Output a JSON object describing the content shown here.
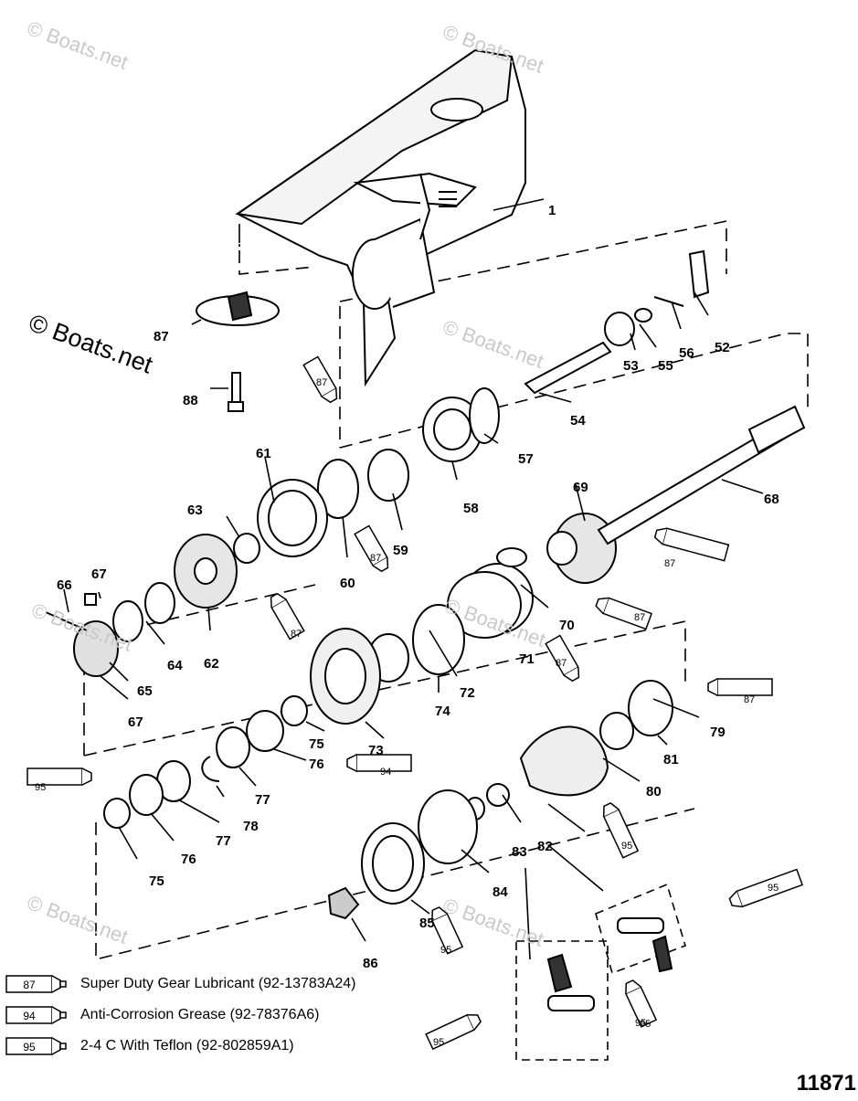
{
  "watermarks": [
    "© Boats.net",
    "© Boats.net",
    "© Boats.net",
    "© Boats.net",
    "© Boats.net",
    "© Boats.net",
    "© Boats.net",
    "© Boats.net"
  ],
  "callouts": [
    "1",
    "52",
    "53",
    "54",
    "55",
    "56",
    "57",
    "58",
    "59",
    "60",
    "61",
    "62",
    "63",
    "64",
    "65",
    "66",
    "67",
    "67",
    "68",
    "69",
    "70",
    "71",
    "72",
    "73",
    "74",
    "75",
    "75",
    "76",
    "76",
    "77",
    "77",
    "78",
    "79",
    "80",
    "81",
    "82",
    "83",
    "84",
    "85",
    "86",
    "87",
    "88"
  ],
  "tube_labels": [
    "87",
    "87",
    "87",
    "87",
    "87",
    "87",
    "87",
    "94",
    "95",
    "95",
    "95",
    "95",
    "95",
    "95",
    "95"
  ],
  "legend": [
    {
      "code": "87",
      "text": "Super Duty Gear Lubricant (92-13783A24)"
    },
    {
      "code": "94",
      "text": "Anti-Corrosion Grease (92-78376A6)"
    },
    {
      "code": "95",
      "text": "2-4 C With Teflon (92-802859A1)"
    }
  ],
  "figure_number": "11871"
}
